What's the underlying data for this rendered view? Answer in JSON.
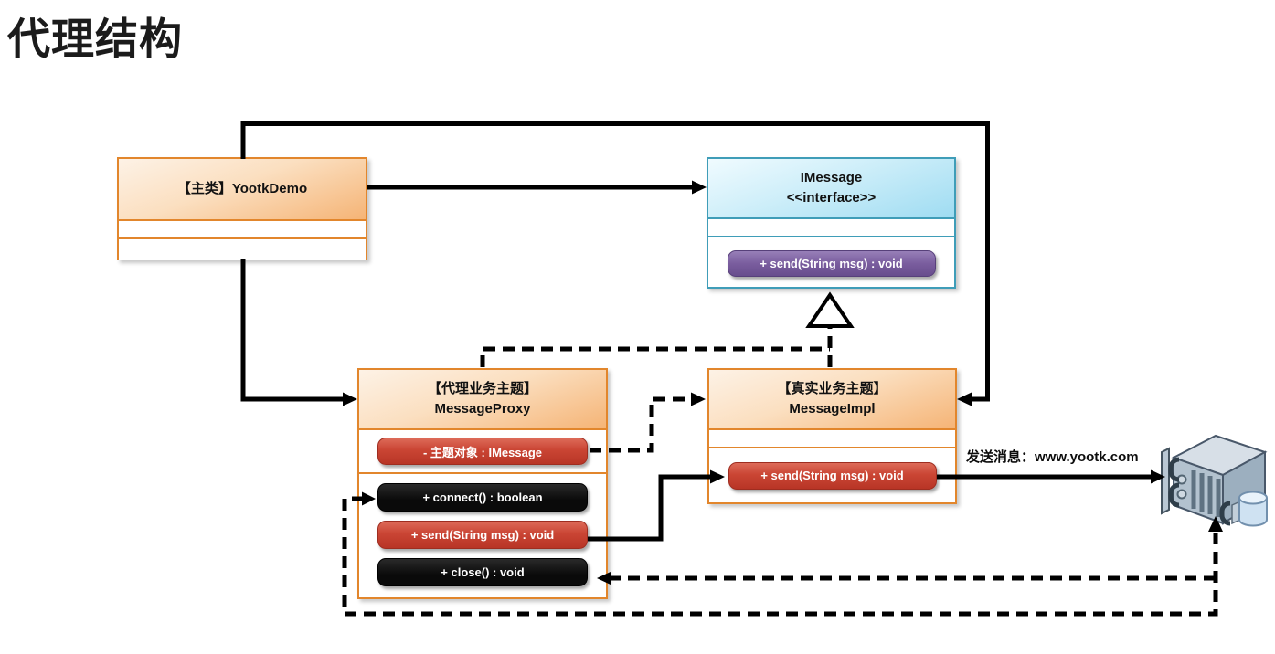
{
  "title": "代理结构",
  "colors": {
    "orange_border": "#e2862c",
    "blue_border": "#3f9db8",
    "red_pill": "#c8402f",
    "purple_pill": "#7a5d9e",
    "black_pill": "#0b0b0b",
    "connector": "#000000",
    "background": "#ffffff"
  },
  "classes": {
    "yootk_demo": {
      "title": "【主类】YootkDemo"
    },
    "imessage": {
      "title_line1": "IMessage",
      "title_line2": "<<interface>>",
      "methods": [
        {
          "label": "+ send(String msg) : void",
          "style": "purple"
        }
      ]
    },
    "message_proxy": {
      "title_line1": "【代理业务主题】",
      "title_line2": "MessageProxy",
      "fields": [
        {
          "label": "- 主题对象 : IMessage",
          "style": "red"
        }
      ],
      "methods": [
        {
          "label": "+ connect() : boolean",
          "style": "black"
        },
        {
          "label": "+ send(String msg) : void",
          "style": "red"
        },
        {
          "label": "+ close() : void",
          "style": "black"
        }
      ]
    },
    "message_impl": {
      "title_line1": "【真实业务主题】",
      "title_line2": "MessageImpl",
      "methods": [
        {
          "label": "+ send(String msg) : void",
          "style": "red"
        }
      ]
    }
  },
  "annotation": {
    "send_label": "发送消息：www.yootk.com"
  },
  "icons": {
    "server": "3d-rack-server-with-database"
  },
  "relations": [
    "YootkDemo -> IMessage (solid arrow)",
    "YootkDemo -> MessageImpl (solid arrow, routed over top)",
    "YootkDemo -> MessageProxy (solid arrow)",
    "MessageProxy ..|> IMessage (dashed realization, hollow triangle)",
    "MessageImpl ..|> IMessage (dashed realization, hollow triangle)",
    "MessageProxy.主题对象 ..> MessageImpl (dashed arrow)",
    "MessageProxy.send -> MessageImpl.send (solid arrow)",
    "MessageImpl.send -> server (solid arrow)",
    "server ..> MessageProxy.connect / MessageProxy.close (dashed loop)"
  ]
}
